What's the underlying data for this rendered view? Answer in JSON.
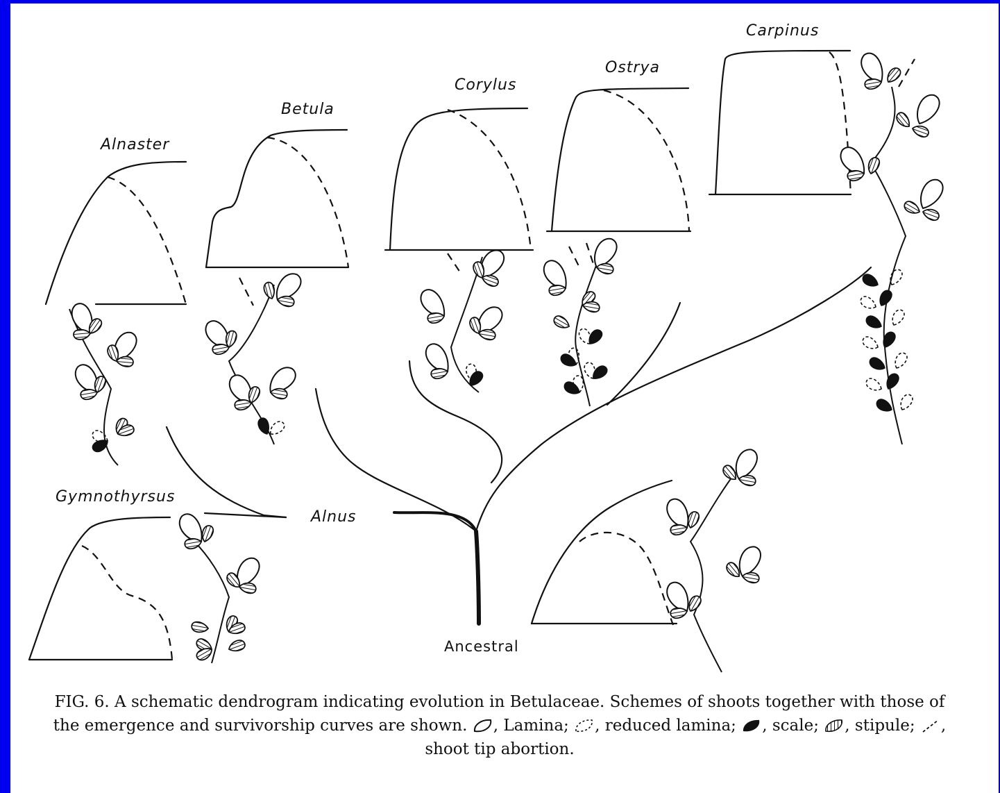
{
  "taxa": {
    "alnaster": "Alnaster",
    "betula": "Betula",
    "corylus": "Corylus",
    "ostrya": "Ostrya",
    "carpinus": "Carpinus",
    "gymnothyrsus": "Gymnothyrsus",
    "alnus": "Alnus"
  },
  "root_label": "Ancestral",
  "caption": {
    "lead": "FIG. 6. A schematic dendrogram indicating evolution in Betulaceae. Schemes of shoots together with those of the emergence and survivorship curves are shown.",
    "lamina": ", Lamina;",
    "reduced_lamina": ", reduced lamina;",
    "scale": ",",
    "scale_word": "scale;",
    "stipule": ", stipule;",
    "shoot_tip": ", shoot tip abortion."
  },
  "legend_symbols": [
    "lamina",
    "reduced-lamina",
    "scale",
    "stipule",
    "shoot-tip-abortion"
  ]
}
